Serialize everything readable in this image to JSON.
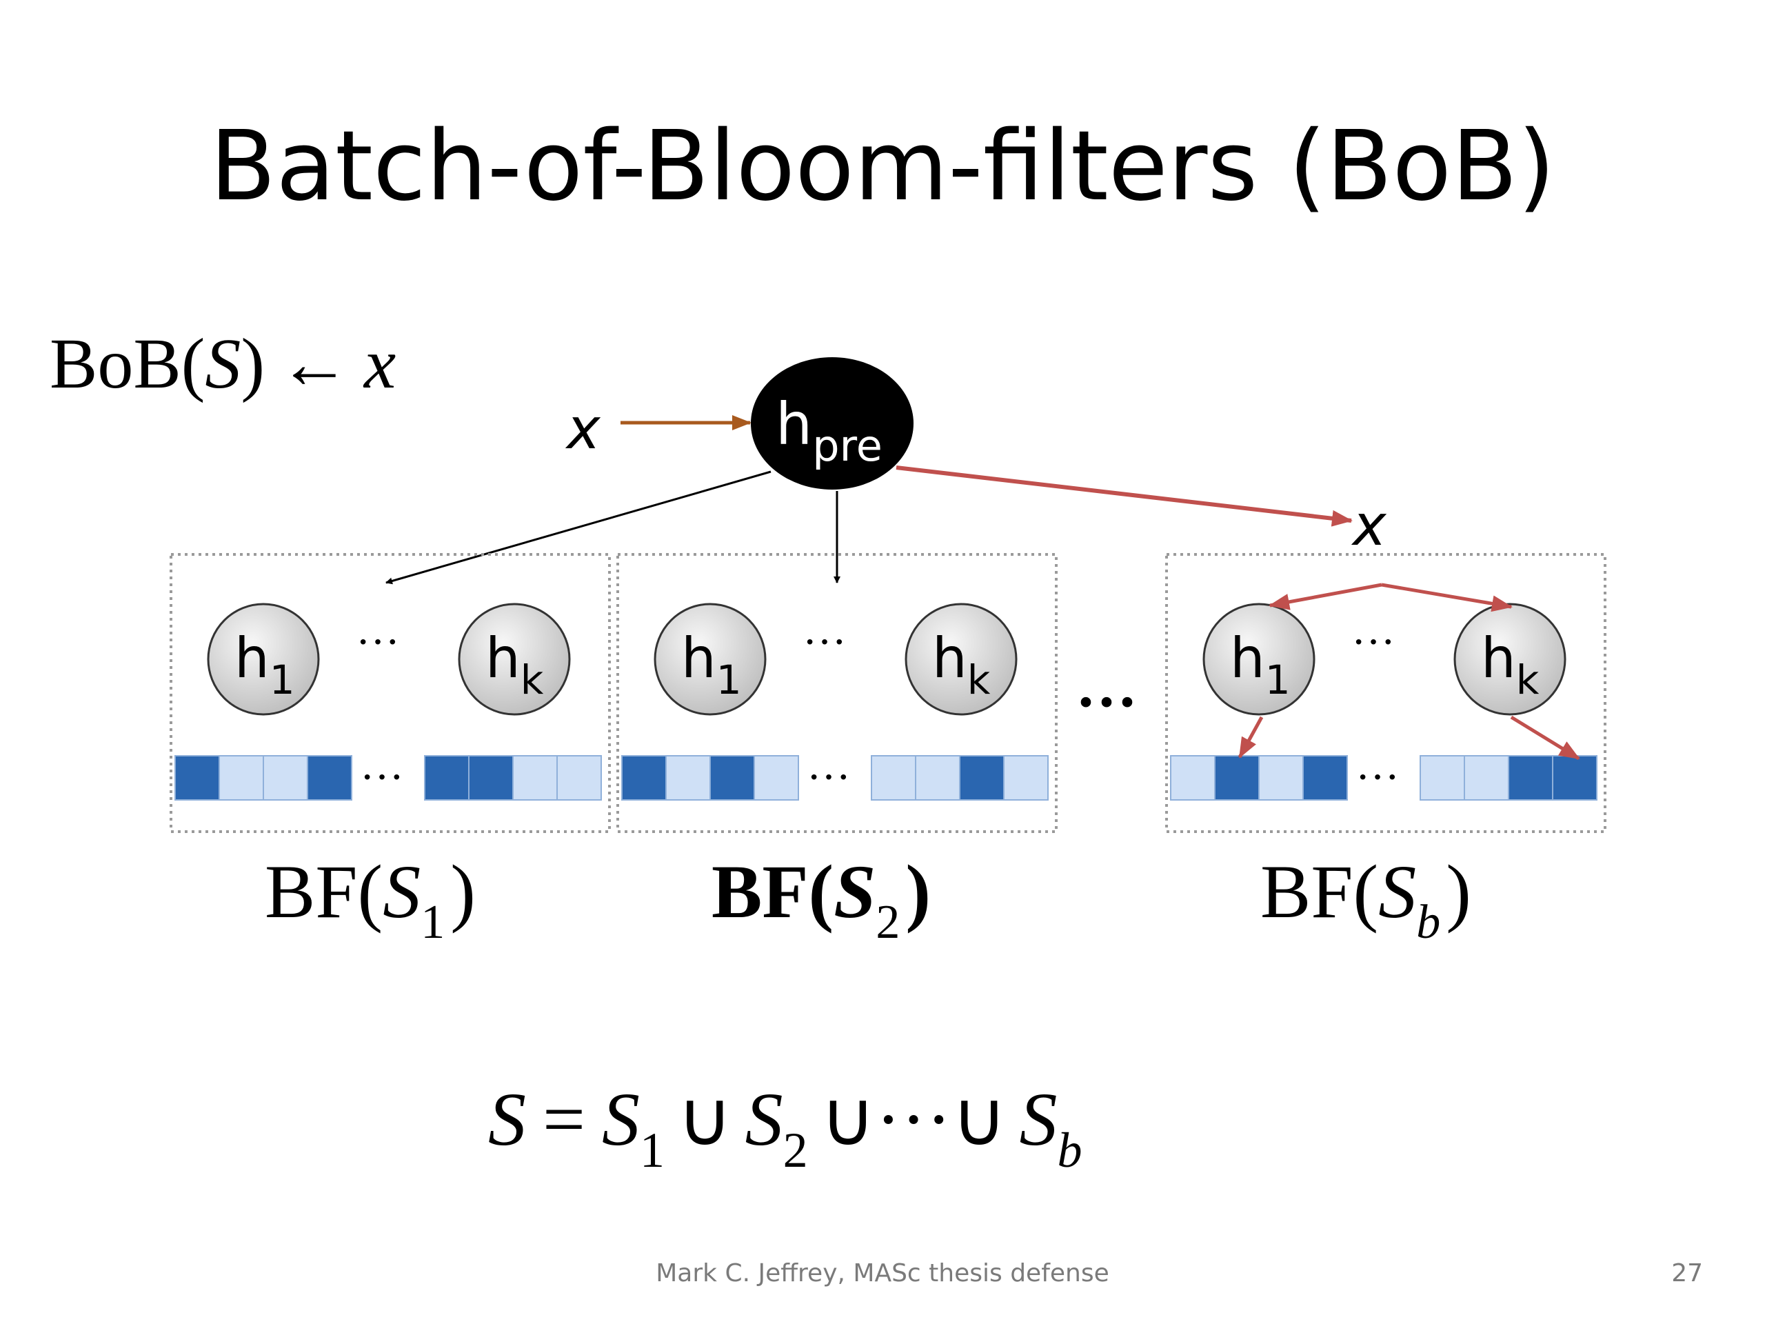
{
  "slide": {
    "title": "Batch-of-Bloom-filters (BoB)",
    "footer_text": "Mark C. Jeffrey, MASc thesis defense",
    "page_number": "27"
  },
  "formula_top": {
    "bob": "BoB(",
    "s": "S",
    "close": ")",
    "arrow": "←",
    "x": "x"
  },
  "input_x": "x",
  "prehash": {
    "h": "h",
    "sub": "pre"
  },
  "output_x": "x",
  "hash_label": "h",
  "hash_sub_first": "1",
  "hash_sub_last": "k",
  "ellipsis": "···",
  "filters": [
    {
      "name": "BF(",
      "set": "S",
      "sub": "1",
      "close": ")",
      "bits": [
        1,
        0,
        0,
        1,
        1,
        1,
        0,
        0
      ]
    },
    {
      "name": "BF(",
      "set": "S",
      "sub": "2",
      "close": ")",
      "bits": [
        1,
        0,
        1,
        0,
        0,
        0,
        1,
        0
      ]
    },
    {
      "name": "BF(",
      "set": "S",
      "sub": "b",
      "close": ")",
      "bits": [
        0,
        1,
        0,
        1,
        0,
        0,
        1,
        1
      ]
    }
  ],
  "formula_bottom": {
    "s": "S",
    "eq": "=",
    "s1": "S",
    "sub1": "1",
    "cup1": "∪",
    "s2": "S",
    "sub2": "2",
    "cup2": "∪···∪",
    "sb": "S",
    "subb": "b"
  },
  "colors": {
    "dark_bit": "#2a66b0",
    "light_bit": "#cfe0f6",
    "brown_arrow": "#a85a1e",
    "red_arrow": "#c0504d",
    "dotted_box": "#9a9a9a"
  }
}
